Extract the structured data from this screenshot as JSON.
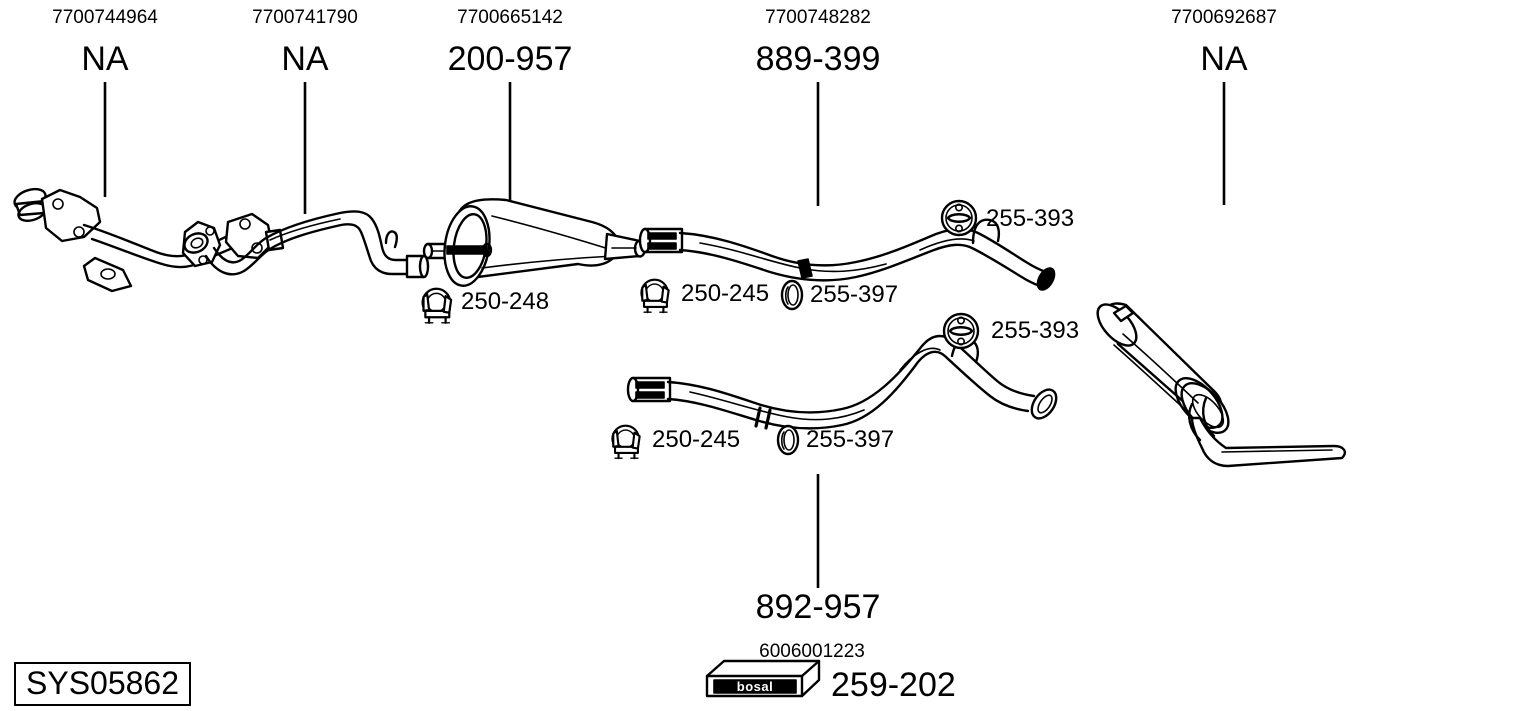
{
  "diagram": {
    "title": "SYS05862",
    "system_code_label": "SYS05862",
    "background_color": "#ffffff",
    "line_color": "#000000",
    "top_parts": [
      {
        "oem": "7700744964",
        "code": "NA",
        "component": "front-exhaust-pipe"
      },
      {
        "oem": "7700741790",
        "code": "NA",
        "component": "connecting-pipe"
      },
      {
        "oem": "7700665142",
        "code": "200-957",
        "component": "centre-silencer"
      },
      {
        "oem": "7700748282",
        "code": "889-399",
        "component": "centre-pipe-upper"
      },
      {
        "oem": "7700692687",
        "code": "NA",
        "component": "rear-silencer"
      }
    ],
    "bottom_parts": [
      {
        "oem": "",
        "code": "892-957",
        "component": "centre-pipe-lower"
      }
    ],
    "accessories": [
      {
        "code": "250-248",
        "icon": "exhaust-clamp-icon"
      },
      {
        "code": "250-245",
        "icon": "exhaust-clamp-icon"
      },
      {
        "code": "255-397",
        "icon": "sealing-ring-icon"
      },
      {
        "code": "255-393",
        "icon": "rubber-hanger-icon"
      },
      {
        "code": "250-245",
        "icon": "exhaust-clamp-icon"
      },
      {
        "code": "255-397",
        "icon": "sealing-ring-icon"
      },
      {
        "code": "255-393",
        "icon": "rubber-hanger-icon"
      }
    ],
    "brand_box": {
      "oem": "6006001223",
      "code": "259-202",
      "brand": "bosal",
      "icon": "bosal-box-icon"
    }
  }
}
